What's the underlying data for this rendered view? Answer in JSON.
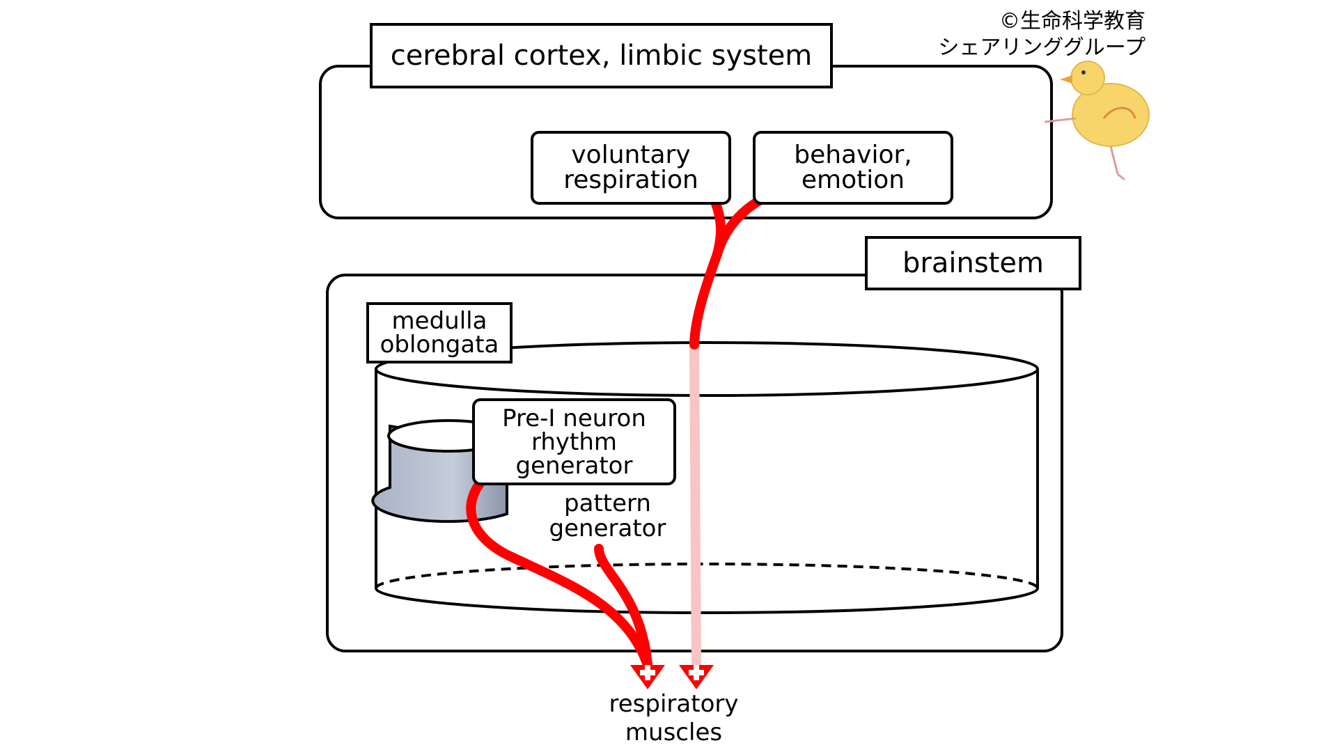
{
  "copyright": {
    "line1": "©生命科学教育",
    "line2": "シェアリンググループ"
  },
  "labels": {
    "cortex_title": "cerebral cortex, limbic system",
    "voluntary_l1": "voluntary",
    "voluntary_l2": "respiration",
    "behavior_l1": "behavior,",
    "behavior_l2": "emotion",
    "brainstem": "brainstem",
    "medulla_l1": "medulla",
    "medulla_l2": "oblongata",
    "preI_l1": "Pre-I neuron",
    "preI_l2": "rhythm",
    "preI_l3": "generator",
    "pattern_l1": "pattern",
    "pattern_l2": "generator",
    "muscles_l1": "respiratory",
    "muscles_l2": "muscles"
  },
  "icons": {
    "mascot": "chick-icon",
    "arrowhead": "plus-arrowhead-icon"
  },
  "colors": {
    "pathway": "#ff0000",
    "pathway_faded": "#f9c4c4",
    "generator_fill": "#a9b3c6",
    "outline": "#000000"
  }
}
